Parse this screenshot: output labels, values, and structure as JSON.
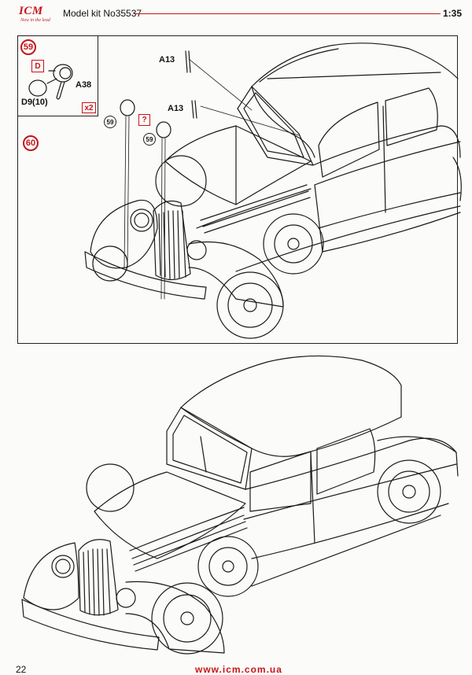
{
  "header": {
    "brand": "ICM",
    "tagline": "Now in the lead",
    "model_kit": "Model kit No35537",
    "scale": "1:35"
  },
  "steps": {
    "step_59": "59",
    "step_60": "60"
  },
  "inset": {
    "part_d": "D",
    "part_a38": "A38",
    "part_d9": "D9(10)",
    "multiplier": "x2"
  },
  "callouts": {
    "a13_top": "A13",
    "a13_mid": "A13",
    "ref_59_left": "59",
    "ref_59_right": "59",
    "question": "?"
  },
  "footer": {
    "page_number": "22",
    "url": "www.icm.com.ua"
  }
}
